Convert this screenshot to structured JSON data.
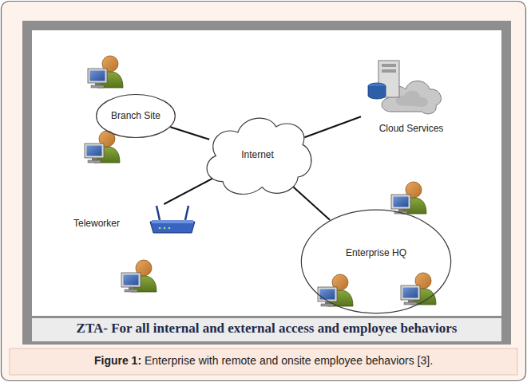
{
  "diagram": {
    "caption": "Figure 1: Enterprise with remote and onsite employee behaviors [3].",
    "nodes": [
      {
        "text": [
          "Branch Site"
        ]
      },
      {
        "text": [
          "Cloud Services"
        ]
      },
      {
        "text": [
          "Internet"
        ]
      },
      {
        "text": [
          "Teleworker"
        ]
      },
      {
        "text": [
          "Enterprise HQ"
        ]
      }
    ],
    "edges": [
      {
        "from": 0,
        "to": 2,
        "arrow": "none"
      },
      {
        "from": 2,
        "to": 1,
        "arrow": "none"
      },
      {
        "from": 2,
        "to": 3,
        "arrow": "none"
      },
      {
        "from": 2,
        "to": 4,
        "arrow": "none"
      }
    ],
    "labels": [
      "ZTA- For all internal and external access and employee behaviors"
    ]
  }
}
